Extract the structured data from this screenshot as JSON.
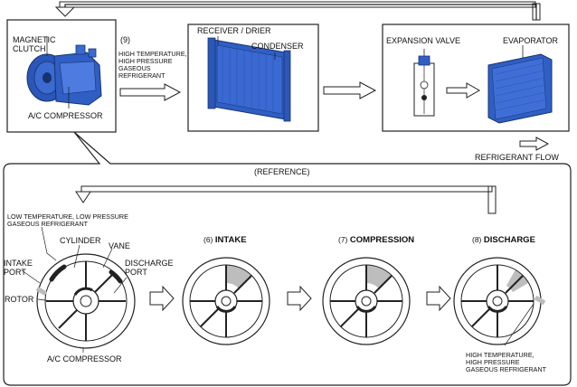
{
  "top": {
    "magnetic_clutch": "MAGNETIC\nCLUTCH",
    "ac_compressor": "A/C COMPRESSOR",
    "step9_num": "(9)",
    "step9_text": "HIGH TEMPERATURE,\nHIGH PRESSURE\nGASEOUS\nREFRIGERANT",
    "receiver_drier": "RECEIVER / DRIER",
    "condenser": "CONDENSER",
    "expansion_valve": "EXPANSION VALVE",
    "evaporator": "EVAPORATOR",
    "refrigerant_flow": "REFRIGERANT FLOW"
  },
  "reference": {
    "title": "(REFERENCE)",
    "low_temp": "LOW TEMPERATURE, LOW PRESSURE\nGASEOUS REFRIGERANT",
    "cylinder": "CYLINDER",
    "vane": "VANE",
    "intake_port": "INTAKE\nPORT",
    "discharge_port": "DISCHARGE\nPORT",
    "rotor": "ROTOR",
    "ac_compressor": "A/C COMPRESSOR",
    "high_temp": "HIGH TEMPERATURE,\nHIGH PRESSURE\nGASEOUS REFRIGERANT",
    "stages": [
      {
        "num": "(6)",
        "title": "INTAKE"
      },
      {
        "num": "(7)",
        "title": "COMPRESSION"
      },
      {
        "num": "(8)",
        "title": "DISCHARGE"
      }
    ]
  },
  "colors": {
    "component_blue": "#2f5fc4",
    "component_dark": "#1d3f8f",
    "shade_gray": "#bdbdbd",
    "line": "#222222"
  }
}
